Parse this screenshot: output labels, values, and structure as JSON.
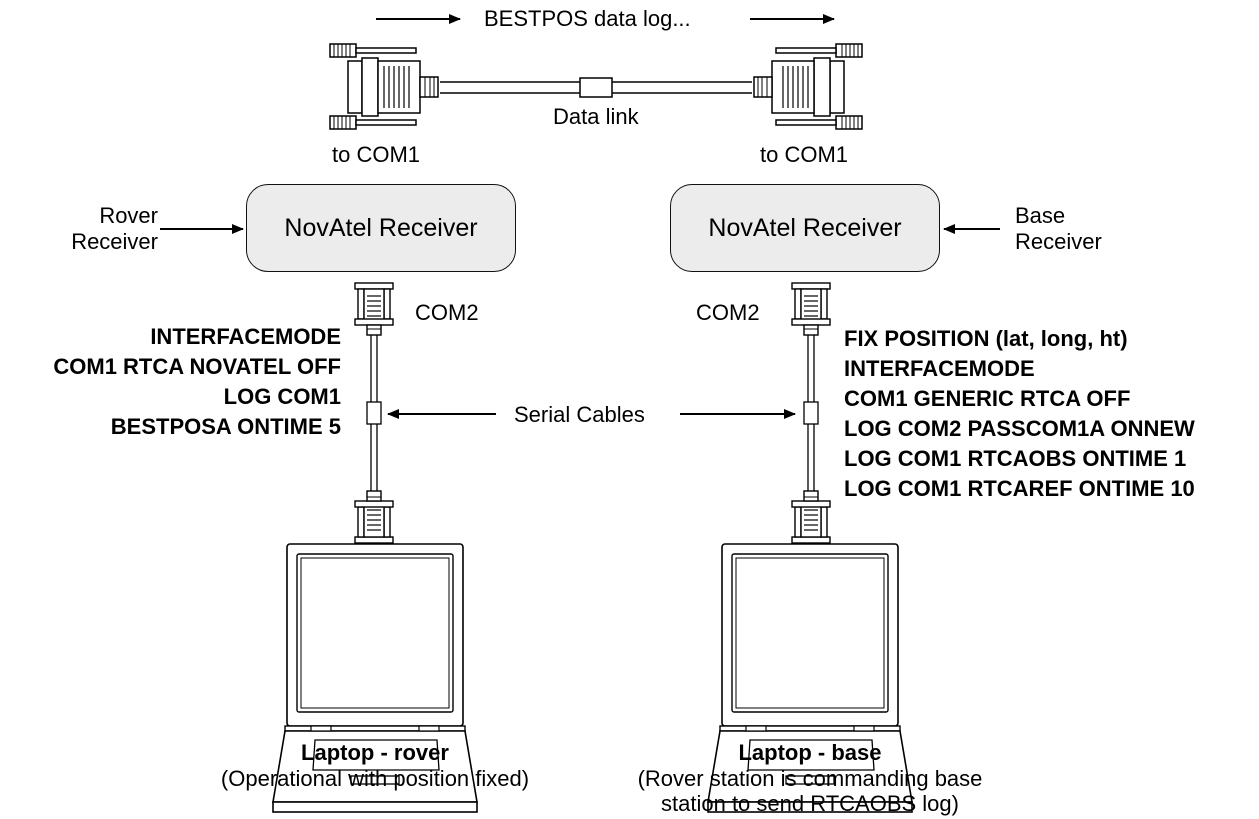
{
  "top": {
    "bestpos_label": "BESTPOS data log...",
    "data_link_label": "Data link",
    "left_com_label": "to COM1",
    "right_com_label": "to COM1"
  },
  "rover": {
    "side_label_line1": "Rover",
    "side_label_line2": "Receiver",
    "receiver_label": "NovAtel Receiver",
    "com2_label": "COM2",
    "commands": [
      "INTERFACEMODE",
      "COM1 RTCA NOVATEL OFF",
      "LOG COM1",
      "BESTPOSA ONTIME 5"
    ],
    "laptop_title": "Laptop - rover",
    "laptop_caption": "(Operational with position fixed)"
  },
  "base": {
    "side_label_line1": "Base",
    "side_label_line2": "Receiver",
    "receiver_label": "NovAtel Receiver",
    "com2_label": "COM2",
    "commands": [
      "FIX POSITION (lat, long, ht)",
      "INTERFACEMODE",
      "COM1 GENERIC RTCA OFF",
      "LOG COM2 PASSCOM1A ONNEW",
      "LOG COM1 RTCAOBS ONTIME 1",
      "LOG COM1 RTCAREF ONTIME 10"
    ],
    "laptop_title": "Laptop - base",
    "laptop_caption_line1": "(Rover station is commanding base",
    "laptop_caption_line2": "station to send RTCAOBS log)"
  },
  "serial_cables_label": "Serial Cables"
}
